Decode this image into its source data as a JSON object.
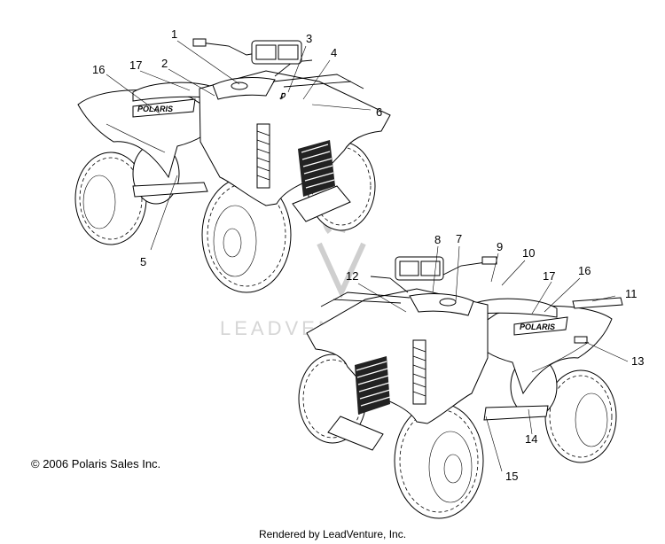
{
  "diagram": {
    "copyright": "© 2006 Polaris Sales Inc.",
    "rendered_by": "Rendered by LeadVenture, Inc.",
    "watermark": "LEADVENTURE",
    "decal_brand": "POLARIS",
    "callouts": {
      "c1": "1",
      "c2": "2",
      "c3": "3",
      "c4": "4",
      "c5": "5",
      "c6": "6",
      "c16a": "16",
      "c17a": "17",
      "c7": "7",
      "c8": "8",
      "c9": "9",
      "c10": "10",
      "c11": "11",
      "c12": "12",
      "c13": "13",
      "c14": "14",
      "c15": "15",
      "c16b": "16",
      "c17b": "17"
    }
  }
}
